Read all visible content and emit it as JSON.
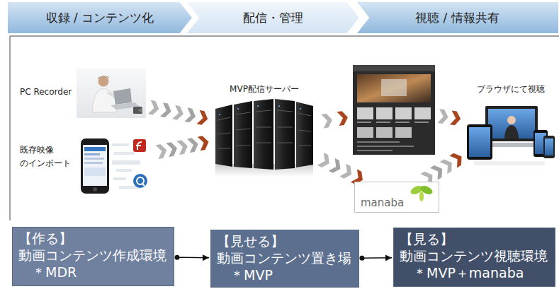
{
  "diagram": {
    "nodes": [
      {
        "text": [
          "収録 / コンテンツ化"
        ]
      },
      {
        "text": [
          "配信・管理"
        ]
      },
      {
        "text": [
          "視聴 / 情報共有"
        ]
      },
      {
        "text": [
          "PC Recorder"
        ]
      },
      {
        "text": [
          "既存映像 のインポート"
        ]
      },
      {
        "text": [
          "MVP配信サーバー"
        ]
      },
      {
        "text": []
      },
      {
        "text": [
          "manaba"
        ]
      },
      {
        "text": [
          "ブラウザにて視聴"
        ]
      },
      {
        "text": [
          "【作る】",
          "動画コンテンツ作成環境",
          "＊MDR"
        ]
      },
      {
        "text": [
          "【見せる】",
          "動画コンテンツ置き場",
          "＊MVP"
        ]
      },
      {
        "text": [
          "【見る】",
          "動画コンテンツ視聴環境",
          "＊MVP＋manaba"
        ]
      }
    ],
    "edges": [
      {
        "from": 3,
        "to": 5,
        "arrow": "to"
      },
      {
        "from": 4,
        "to": 5,
        "arrow": "to"
      },
      {
        "from": 5,
        "to": 6,
        "arrow": "to"
      },
      {
        "from": 5,
        "to": 7,
        "arrow": "to"
      },
      {
        "from": 6,
        "to": 8,
        "arrow": "to"
      },
      {
        "from": 7,
        "to": 8,
        "arrow": "to"
      },
      {
        "from": 9,
        "to": 10,
        "arrow": "to"
      },
      {
        "from": 10,
        "to": 11,
        "arrow": "to"
      }
    ]
  }
}
